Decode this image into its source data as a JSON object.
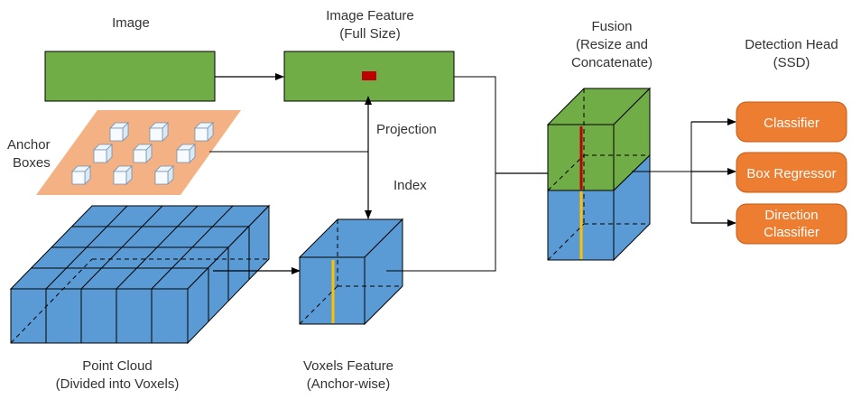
{
  "labels": {
    "image": "Image",
    "image_feature": [
      "Image Feature",
      "(Full Size)"
    ],
    "anchor_boxes": [
      "Anchor",
      "Boxes"
    ],
    "projection": "Projection",
    "index": "Index",
    "fusion": [
      "Fusion",
      "(Resize and",
      "Concatenate)"
    ],
    "detection_head": [
      "Detection Head",
      "(SSD)"
    ],
    "point_cloud": [
      "Point Cloud",
      "(Divided into Voxels)"
    ],
    "voxels_feature": [
      "Voxels Feature",
      "(Anchor-wise)"
    ]
  },
  "heads": {
    "classifier": "Classifier",
    "box_regressor": "Box Regressor",
    "direction_classifier": [
      "Direction",
      "Classifier"
    ]
  },
  "colors": {
    "green": "#70ad47",
    "blue": "#5b9bd5",
    "orange": "#ed7d31",
    "salmon": "#f4b183",
    "red_marker": "#c00000",
    "yellow_line": "#ffc000",
    "red_line": "#c00000"
  }
}
